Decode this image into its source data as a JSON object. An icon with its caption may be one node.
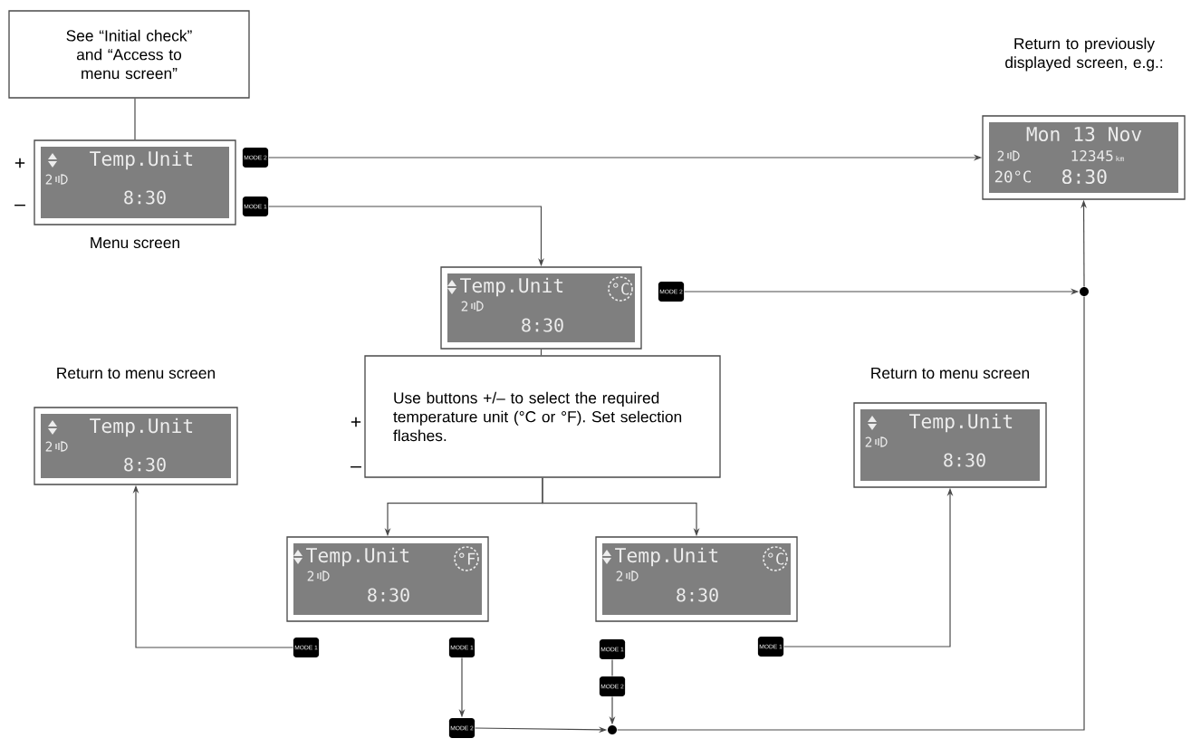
{
  "diagram": {
    "nodes": [
      {
        "text": [
          "See “Initial check” and “Access to menu screen”"
        ]
      },
      {
        "text": [
          "Temp.Unit",
          "2",
          "8:30"
        ],
        "beside": [
          "+",
          "–",
          "Menu screen"
        ]
      },
      {
        "text": [
          "MODE 2"
        ]
      },
      {
        "text": [
          "MODE 1"
        ]
      },
      {
        "text": [
          "Mon 13 Nov",
          "2",
          "12345",
          "km",
          "20°C",
          "8:30"
        ],
        "beside": [
          "Return to previously displayed screen, e.g.:"
        ]
      },
      {
        "text": [
          "Temp.Unit",
          "°C",
          "2",
          "8:30"
        ]
      },
      {
        "text": [
          "MODE 2"
        ]
      },
      {
        "text": [],
        "shape": "circle"
      },
      {
        "text": [
          "Use buttons +/– to select the required temperature unit (°C or °F). Set selection flashes."
        ],
        "beside": [
          "+",
          "–"
        ]
      },
      {
        "text": [
          "Temp.Unit",
          "2",
          "8:30"
        ],
        "beside": [
          "Return to menu screen"
        ]
      },
      {
        "text": [
          "Temp.Unit",
          "2",
          "8:30"
        ],
        "beside": [
          "Return to menu screen"
        ]
      },
      {
        "text": [
          "Temp.Unit",
          "°F",
          "2",
          "8:30"
        ]
      },
      {
        "text": [
          "Temp.Unit",
          "°C",
          "2",
          "8:30"
        ]
      },
      {
        "text": [
          "MODE 1"
        ]
      },
      {
        "text": [
          "MODE 1"
        ]
      },
      {
        "text": [
          "MODE 1"
        ]
      },
      {
        "text": [
          "MODE 1"
        ]
      },
      {
        "text": [
          "MODE 2"
        ]
      },
      {
        "text": [
          "MODE 2"
        ]
      },
      {
        "text": [],
        "shape": "circle"
      }
    ],
    "edges": [
      {
        "from": 0,
        "to": 1,
        "arrow": "none"
      },
      {
        "from": 2,
        "to": 4,
        "arrow": "to"
      },
      {
        "from": 3,
        "to": 5,
        "arrow": "to"
      },
      {
        "from": 6,
        "to": 7,
        "arrow": "to"
      },
      {
        "from": 5,
        "to": 8,
        "arrow": "none"
      },
      {
        "from": 8,
        "to": 11,
        "arrow": "to"
      },
      {
        "from": 8,
        "to": 12,
        "arrow": "to"
      },
      {
        "from": 13,
        "to": 9,
        "arrow": "to"
      },
      {
        "from": 14,
        "to": 18,
        "arrow": "to"
      },
      {
        "from": 18,
        "to": 19,
        "arrow": "to"
      },
      {
        "from": 15,
        "to": 17,
        "arrow": "none"
      },
      {
        "from": 17,
        "to": 19,
        "arrow": "to"
      },
      {
        "from": 16,
        "to": 10,
        "arrow": "to"
      },
      {
        "from": 19,
        "to": 7,
        "arrow": "none"
      },
      {
        "from": 7,
        "to": 4,
        "arrow": "to"
      }
    ]
  }
}
